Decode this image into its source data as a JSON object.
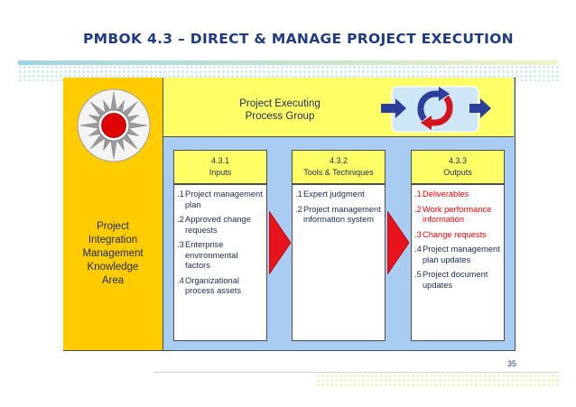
{
  "title": "PMBOK 4.3 – DIRECT & MANAGE PROJECT EXECUTION",
  "process_group": {
    "line1": "Project Executing",
    "line2": "Process Group"
  },
  "knowledge_area": {
    "lines": [
      "Project",
      "Integration",
      "Management",
      "Knowledge",
      "Area"
    ]
  },
  "inputs": {
    "code": "4.3.1",
    "label": "Inputs",
    "items": [
      {
        "num": ".1",
        "text": "Project management plan"
      },
      {
        "num": ".2",
        "text": "Approved change requests"
      },
      {
        "num": ".3",
        "text": "Enterprise environmental factors"
      },
      {
        "num": ".4",
        "text": "Organizational process assets"
      }
    ]
  },
  "tools": {
    "code": "4.3.2",
    "label": "Tools & Techniques",
    "items": [
      {
        "num": ".1",
        "text": "Expert judgment"
      },
      {
        "num": ".2",
        "text": "Project management information system"
      }
    ]
  },
  "outputs": {
    "code": "4.3.3",
    "label": "Outputs",
    "items": [
      {
        "num": ".1",
        "text": "Deliverables",
        "highlight": true
      },
      {
        "num": ".2",
        "text": "Work performance information",
        "highlight": true
      },
      {
        "num": ".3",
        "text": "Change requests",
        "highlight": true
      },
      {
        "num": ".4",
        "text": "Project management plan updates",
        "highlight": false
      },
      {
        "num": ".5",
        "text": "Project document updates",
        "highlight": false
      }
    ]
  },
  "page_number": "35",
  "colors": {
    "title": "#1f3b86",
    "left_panel": "#ffcc00",
    "header_band": "#ffff66",
    "frame_bg": "#a9ccf2",
    "flow_arrow": "#e8141c",
    "highlight_text": "#ff0000",
    "cycle_blue": "#2b3f9a"
  },
  "icons": {
    "knowledge_area": "compass-star-icon",
    "process_cycle": "process-cycle-icon",
    "flow": "flow-arrow-icon"
  }
}
